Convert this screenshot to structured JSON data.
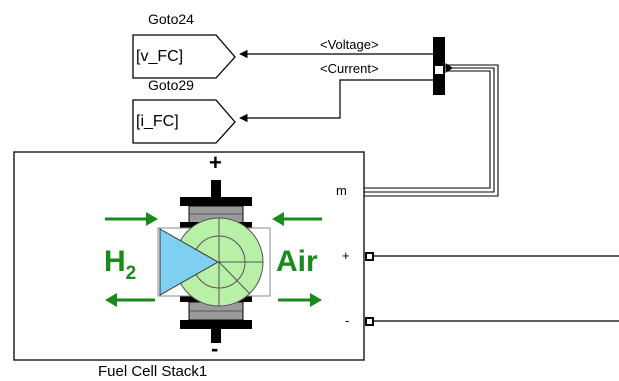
{
  "goto_blocks": [
    {
      "name": "Goto24",
      "tag": "[v_FC]"
    },
    {
      "name": "Goto29",
      "tag": "[i_FC]"
    }
  ],
  "bus_selector": {
    "signals": [
      "<Voltage>",
      "<Current>"
    ]
  },
  "fuel_cell": {
    "name": "Fuel Cell Stack1",
    "ports": {
      "measurement": "m",
      "positive": "+",
      "negative": "-"
    },
    "icon": {
      "plus_sign": "+",
      "minus_sign": "-",
      "left_label_main": "H",
      "left_label_sub": "2",
      "right_label": "Air"
    }
  },
  "colors": {
    "line": "#000000",
    "icon_green": "#1a8a1a",
    "membrane_blue": "#7fd0f0",
    "circle_green": "#b8f0a8",
    "electrode_gray": "#9a9a9a"
  }
}
